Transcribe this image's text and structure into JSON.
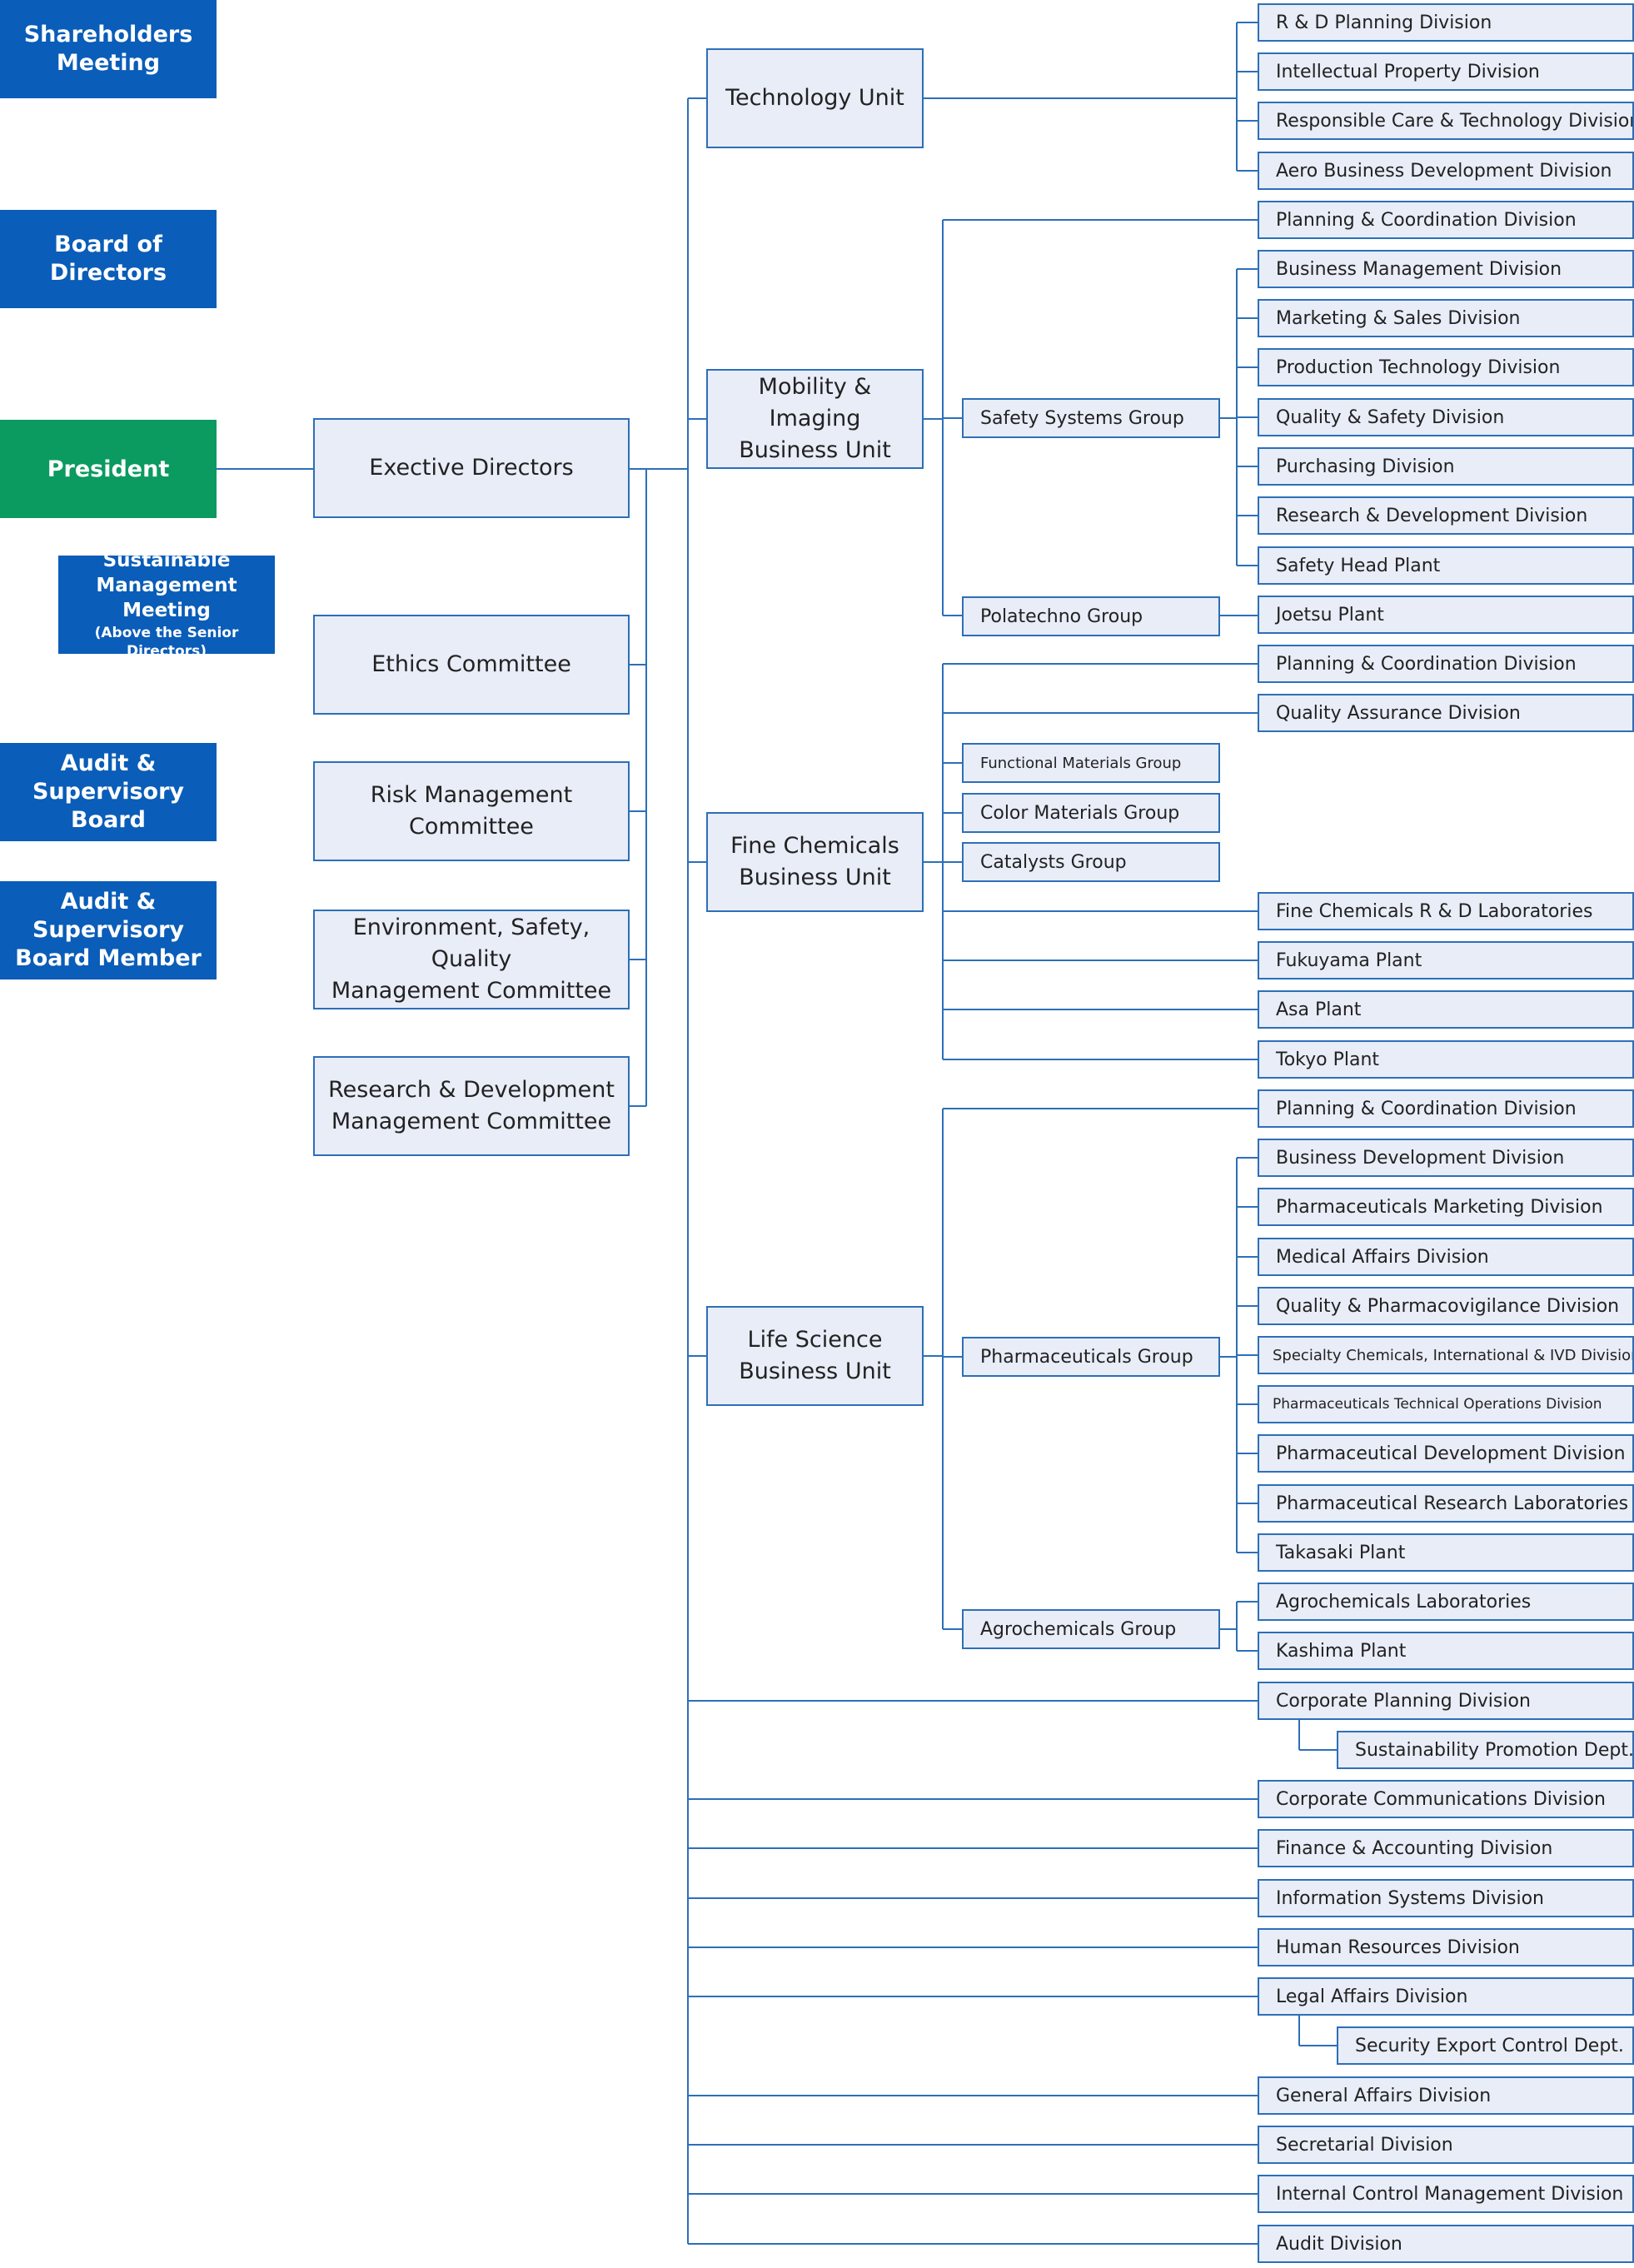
{
  "left": {
    "shareholders": [
      "Shareholders",
      "Meeting"
    ],
    "board": [
      "Board of",
      "Directors"
    ],
    "president": "President",
    "sustainable": [
      "Sustainable",
      "Management Meeting",
      "(Above the Senior Directors)"
    ],
    "audit_board": [
      "Audit & Supervisory",
      "Board"
    ],
    "audit_member": [
      "Audit & Supervisory",
      "Board Member"
    ]
  },
  "committees": {
    "exec": "Exective Directors",
    "ethics": "Ethics Committee",
    "risk": [
      "Risk Management",
      "Committee"
    ],
    "esq": [
      "Environment, Safety, Quality",
      "Management Committee"
    ],
    "rnd": [
      "Research & Development",
      "Management Committee"
    ]
  },
  "units": {
    "tech": "Technology Unit",
    "mobility": [
      "Mobility & Imaging",
      "Business Unit"
    ],
    "fine": [
      "Fine Chemicals",
      "Business Unit"
    ],
    "life": [
      "Life Science",
      "Business Unit"
    ]
  },
  "groups": {
    "safety": "Safety Systems Group",
    "polatechno": "Polatechno Group",
    "functional": "Functional Materials Group",
    "color": "Color Materials Group",
    "catalysts": "Catalysts Group",
    "pharma": "Pharmaceuticals Group",
    "agro": "Agrochemicals Group"
  },
  "divisions": [
    "R & D Planning Division",
    "Intellectual Property Division",
    "Responsible Care & Technology Division",
    "Aero Business Development Division",
    "Planning & Coordination Division",
    "Business Management Division",
    "Marketing & Sales Division",
    "Production Technology Division",
    "Quality & Safety Division",
    "Purchasing Division",
    "Research & Development Division",
    "Safety Head Plant",
    "Joetsu Plant",
    "Planning & Coordination Division",
    "Quality Assurance Division",
    "Fine Chemicals R & D Laboratories",
    "Fukuyama Plant",
    "Asa Plant",
    "Tokyo Plant",
    "Planning & Coordination Division",
    "Business Development Division",
    "Pharmaceuticals Marketing Division",
    "Medical Affairs Division",
    "Quality & Pharmacovigilance Division",
    "Specialty Chemicals, International & IVD Division",
    "Pharmaceuticals Technical Operations Division",
    "Pharmaceutical Development Division",
    "Pharmaceutical Research Laboratories",
    "Takasaki Plant",
    "Agrochemicals Laboratories",
    "Kashima Plant",
    "Corporate Planning Division",
    "Sustainability Promotion Dept.",
    "Corporate Communications Division",
    "Finance & Accounting Division",
    "Information Systems Division",
    "Human Resources Division",
    "Legal Affairs Division",
    "Security Export Control Dept.",
    "General Affairs Division",
    "Secretarial Division",
    "Internal Control Management Division",
    "Audit Division"
  ]
}
